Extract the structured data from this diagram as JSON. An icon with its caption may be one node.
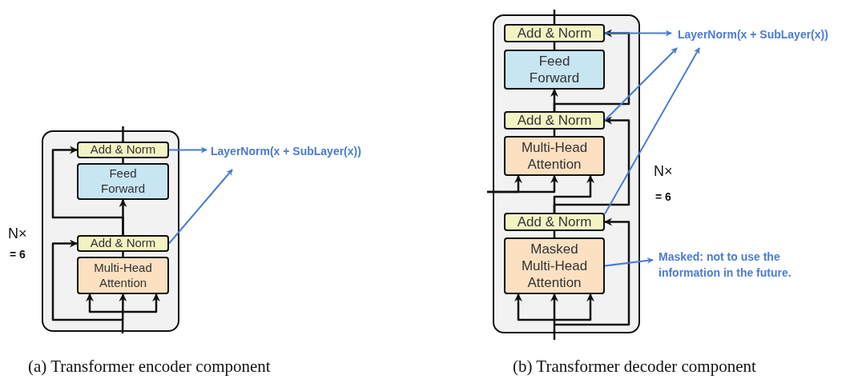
{
  "diagram": {
    "nodes": [
      {
        "text": [],
        "shape": "box",
        "beside": [
          "N×",
          "= 6"
        ]
      },
      {
        "text": [
          "Add & Norm"
        ],
        "in": 0
      },
      {
        "text": [
          "Feed Forward"
        ],
        "in": 0
      },
      {
        "text": [
          "Add & Norm"
        ],
        "in": 0
      },
      {
        "text": [
          "Multi-Head Attention"
        ],
        "in": 0
      },
      {
        "text": [
          "LayerNorm(x + SubLayer(x))"
        ]
      },
      {
        "text": [],
        "shape": "box",
        "beside": [
          "N×",
          "= 6"
        ]
      },
      {
        "text": [
          "Add & Norm"
        ],
        "in": 6
      },
      {
        "text": [
          "Feed Forward"
        ],
        "in": 6
      },
      {
        "text": [
          "Add & Norm"
        ],
        "in": 6
      },
      {
        "text": [
          "Multi-Head Attention"
        ],
        "in": 6
      },
      {
        "text": [
          "Add & Norm"
        ],
        "in": 6
      },
      {
        "text": [
          "Masked Multi-Head Attention"
        ],
        "in": 6
      },
      {
        "text": [
          "LayerNorm(x + SubLayer(x))"
        ]
      },
      {
        "text": [
          "Masked: not to use the information in the future."
        ]
      }
    ],
    "edges": [
      {
        "from": null,
        "to": 4,
        "arrow": "to"
      },
      {
        "from": null,
        "to": 4,
        "arrow": "to"
      },
      {
        "from": null,
        "to": 4,
        "arrow": "to"
      },
      {
        "from": null,
        "to": 3,
        "arrow": "to"
      },
      {
        "from": 4,
        "to": 3,
        "arrow": "none"
      },
      {
        "from": 3,
        "to": 2,
        "arrow": "to"
      },
      {
        "from": 3,
        "to": 1,
        "arrow": "to"
      },
      {
        "from": 2,
        "to": 1,
        "arrow": "none"
      },
      {
        "from": 1,
        "to": null,
        "arrow": "none"
      },
      {
        "from": 1,
        "to": 5,
        "arrow": "to",
        "color": "#4a7bd6"
      },
      {
        "from": 3,
        "to": 5,
        "arrow": "to",
        "color": "#4a7bd6"
      },
      {
        "from": null,
        "to": 12,
        "arrow": "to"
      },
      {
        "from": null,
        "to": 12,
        "arrow": "to"
      },
      {
        "from": null,
        "to": 12,
        "arrow": "to"
      },
      {
        "from": null,
        "to": 11,
        "arrow": "to"
      },
      {
        "from": 12,
        "to": 11,
        "arrow": "none"
      },
      {
        "from": 11,
        "to": 10,
        "arrow": "to"
      },
      {
        "from": null,
        "to": 10,
        "arrow": "to"
      },
      {
        "from": null,
        "to": 10,
        "arrow": "to"
      },
      {
        "from": 11,
        "to": 9,
        "arrow": "to"
      },
      {
        "from": 10,
        "to": 9,
        "arrow": "none"
      },
      {
        "from": 9,
        "to": 8,
        "arrow": "to"
      },
      {
        "from": 9,
        "to": 7,
        "arrow": "to"
      },
      {
        "from": 8,
        "to": 7,
        "arrow": "none"
      },
      {
        "from": 7,
        "to": null,
        "arrow": "none"
      },
      {
        "from": 7,
        "to": 13,
        "arrow": "to",
        "color": "#4a7bd6"
      },
      {
        "from": 9,
        "to": 13,
        "arrow": "to",
        "color": "#4a7bd6"
      },
      {
        "from": 11,
        "to": 13,
        "arrow": "to",
        "color": "#4a7bd6"
      },
      {
        "from": 12,
        "to": 14,
        "arrow": "to",
        "color": "#4a7bd6"
      }
    ],
    "labels": [
      "(a) Transformer encoder component",
      "(b) Transformer decoder component"
    ]
  }
}
